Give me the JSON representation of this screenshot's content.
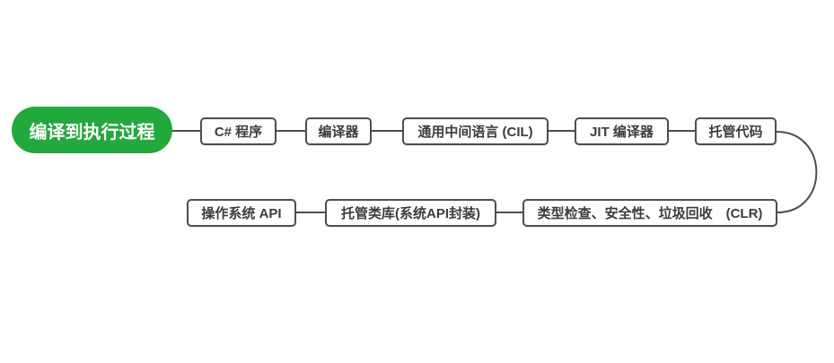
{
  "root": {
    "label": "编译到执行过程"
  },
  "nodes": [
    {
      "id": "csharp-program",
      "label": "C# 程序"
    },
    {
      "id": "compiler",
      "label": "编译器"
    },
    {
      "id": "cil",
      "label": "通用中间语言 (CIL)"
    },
    {
      "id": "jit-compiler",
      "label": "JIT 编译器"
    },
    {
      "id": "managed-code",
      "label": "托管代码"
    },
    {
      "id": "os-api",
      "label": "操作系统 API"
    },
    {
      "id": "managed-class-library",
      "label": "托管类库(系统API封装)"
    },
    {
      "id": "clr",
      "label": "类型检查、安全性、垃圾回收　(CLR)"
    }
  ],
  "colors": {
    "root_bg": "#22a93c",
    "root_text": "#ffffff",
    "node_bg": "#ffffff",
    "node_border": "#4e4e4e",
    "node_text": "#3c3c3c",
    "connector": "#4e4e4e",
    "canvas_bg": "#ffffff"
  }
}
